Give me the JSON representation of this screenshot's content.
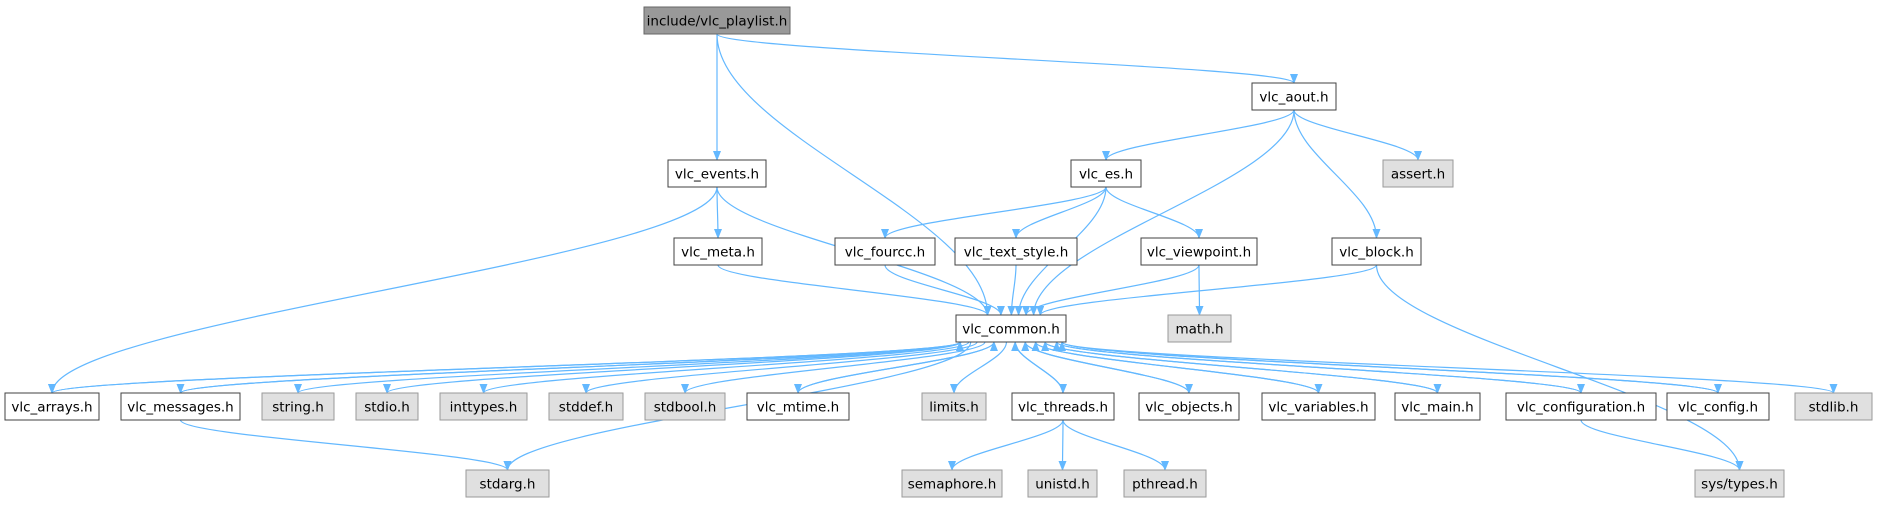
{
  "graph": {
    "nodes": [
      {
        "id": "vlc_playlist",
        "label": "include/vlc_playlist.h",
        "kind": "root"
      },
      {
        "id": "vlc_aout",
        "label": "vlc_aout.h",
        "kind": "normal"
      },
      {
        "id": "vlc_events",
        "label": "vlc_events.h",
        "kind": "normal"
      },
      {
        "id": "vlc_es",
        "label": "vlc_es.h",
        "kind": "normal"
      },
      {
        "id": "assert",
        "label": "assert.h",
        "kind": "system"
      },
      {
        "id": "vlc_meta",
        "label": "vlc_meta.h",
        "kind": "normal"
      },
      {
        "id": "vlc_fourcc",
        "label": "vlc_fourcc.h",
        "kind": "normal"
      },
      {
        "id": "vlc_text_style",
        "label": "vlc_text_style.h",
        "kind": "normal"
      },
      {
        "id": "vlc_viewpoint",
        "label": "vlc_viewpoint.h",
        "kind": "normal"
      },
      {
        "id": "vlc_block",
        "label": "vlc_block.h",
        "kind": "normal"
      },
      {
        "id": "vlc_common",
        "label": "vlc_common.h",
        "kind": "normal"
      },
      {
        "id": "math",
        "label": "math.h",
        "kind": "system"
      },
      {
        "id": "vlc_arrays",
        "label": "vlc_arrays.h",
        "kind": "normal"
      },
      {
        "id": "vlc_messages",
        "label": "vlc_messages.h",
        "kind": "normal"
      },
      {
        "id": "string",
        "label": "string.h",
        "kind": "system"
      },
      {
        "id": "stdio",
        "label": "stdio.h",
        "kind": "system"
      },
      {
        "id": "inttypes",
        "label": "inttypes.h",
        "kind": "system"
      },
      {
        "id": "stddef",
        "label": "stddef.h",
        "kind": "system"
      },
      {
        "id": "stdbool",
        "label": "stdbool.h",
        "kind": "system"
      },
      {
        "id": "vlc_mtime",
        "label": "vlc_mtime.h",
        "kind": "normal"
      },
      {
        "id": "limits",
        "label": "limits.h",
        "kind": "system"
      },
      {
        "id": "vlc_threads",
        "label": "vlc_threads.h",
        "kind": "normal"
      },
      {
        "id": "vlc_objects",
        "label": "vlc_objects.h",
        "kind": "normal"
      },
      {
        "id": "vlc_variables",
        "label": "vlc_variables.h",
        "kind": "normal"
      },
      {
        "id": "vlc_main",
        "label": "vlc_main.h",
        "kind": "normal"
      },
      {
        "id": "vlc_configuration",
        "label": "vlc_configuration.h",
        "kind": "normal"
      },
      {
        "id": "vlc_config",
        "label": "vlc_config.h",
        "kind": "normal"
      },
      {
        "id": "stdlib",
        "label": "stdlib.h",
        "kind": "system"
      },
      {
        "id": "stdarg",
        "label": "stdarg.h",
        "kind": "system"
      },
      {
        "id": "semaphore",
        "label": "semaphore.h",
        "kind": "system"
      },
      {
        "id": "unistd",
        "label": "unistd.h",
        "kind": "system"
      },
      {
        "id": "pthread",
        "label": "pthread.h",
        "kind": "system"
      },
      {
        "id": "sys_types",
        "label": "sys/types.h",
        "kind": "system"
      }
    ],
    "edges": [
      [
        "vlc_playlist",
        "vlc_aout"
      ],
      [
        "vlc_playlist",
        "vlc_events"
      ],
      [
        "vlc_playlist",
        "vlc_common"
      ],
      [
        "vlc_aout",
        "vlc_es"
      ],
      [
        "vlc_aout",
        "assert"
      ],
      [
        "vlc_aout",
        "vlc_block"
      ],
      [
        "vlc_aout",
        "vlc_common"
      ],
      [
        "vlc_events",
        "vlc_meta"
      ],
      [
        "vlc_events",
        "vlc_common"
      ],
      [
        "vlc_events",
        "vlc_arrays"
      ],
      [
        "vlc_es",
        "vlc_fourcc"
      ],
      [
        "vlc_es",
        "vlc_text_style"
      ],
      [
        "vlc_es",
        "vlc_viewpoint"
      ],
      [
        "vlc_es",
        "vlc_common"
      ],
      [
        "vlc_meta",
        "vlc_common"
      ],
      [
        "vlc_fourcc",
        "vlc_common"
      ],
      [
        "vlc_text_style",
        "vlc_common"
      ],
      [
        "vlc_viewpoint",
        "vlc_common"
      ],
      [
        "vlc_viewpoint",
        "math"
      ],
      [
        "vlc_block",
        "vlc_common"
      ],
      [
        "vlc_block",
        "sys_types"
      ],
      [
        "vlc_common",
        "vlc_arrays"
      ],
      [
        "vlc_common",
        "vlc_messages"
      ],
      [
        "vlc_common",
        "string"
      ],
      [
        "vlc_common",
        "stdio"
      ],
      [
        "vlc_common",
        "inttypes"
      ],
      [
        "vlc_common",
        "stddef"
      ],
      [
        "vlc_common",
        "stdbool"
      ],
      [
        "vlc_common",
        "vlc_mtime"
      ],
      [
        "vlc_common",
        "limits"
      ],
      [
        "vlc_common",
        "vlc_threads"
      ],
      [
        "vlc_common",
        "vlc_objects"
      ],
      [
        "vlc_common",
        "vlc_variables"
      ],
      [
        "vlc_common",
        "vlc_main"
      ],
      [
        "vlc_common",
        "vlc_configuration"
      ],
      [
        "vlc_common",
        "vlc_config"
      ],
      [
        "vlc_common",
        "stdlib"
      ],
      [
        "vlc_common",
        "stdarg"
      ],
      [
        "vlc_arrays",
        "vlc_common"
      ],
      [
        "vlc_messages",
        "vlc_common"
      ],
      [
        "vlc_messages",
        "stdarg"
      ],
      [
        "vlc_mtime",
        "vlc_common"
      ],
      [
        "vlc_threads",
        "vlc_common"
      ],
      [
        "vlc_threads",
        "semaphore"
      ],
      [
        "vlc_threads",
        "unistd"
      ],
      [
        "vlc_threads",
        "pthread"
      ],
      [
        "vlc_objects",
        "vlc_common"
      ],
      [
        "vlc_variables",
        "vlc_common"
      ],
      [
        "vlc_main",
        "vlc_common"
      ],
      [
        "vlc_configuration",
        "vlc_common"
      ],
      [
        "vlc_configuration",
        "sys_types"
      ],
      [
        "vlc_config",
        "vlc_common"
      ]
    ]
  },
  "colors": {
    "edge": "#63b8ff",
    "root_fill": "#999999",
    "system_fill": "#e0e0e0",
    "node_fill": "#ffffff"
  }
}
